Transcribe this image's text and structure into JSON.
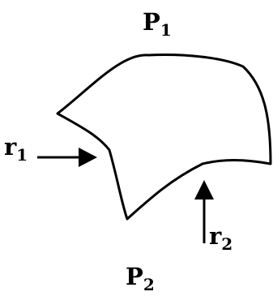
{
  "diagram": {
    "labels": {
      "p1_base": "P",
      "p1_sub": "1",
      "p2_base": "P",
      "p2_sub": "2",
      "r1_base": "r",
      "r1_sub": "1",
      "r2_base": "r",
      "r2_sub": "2"
    },
    "colors": {
      "ink": "#000000",
      "background": "#ffffff"
    }
  }
}
